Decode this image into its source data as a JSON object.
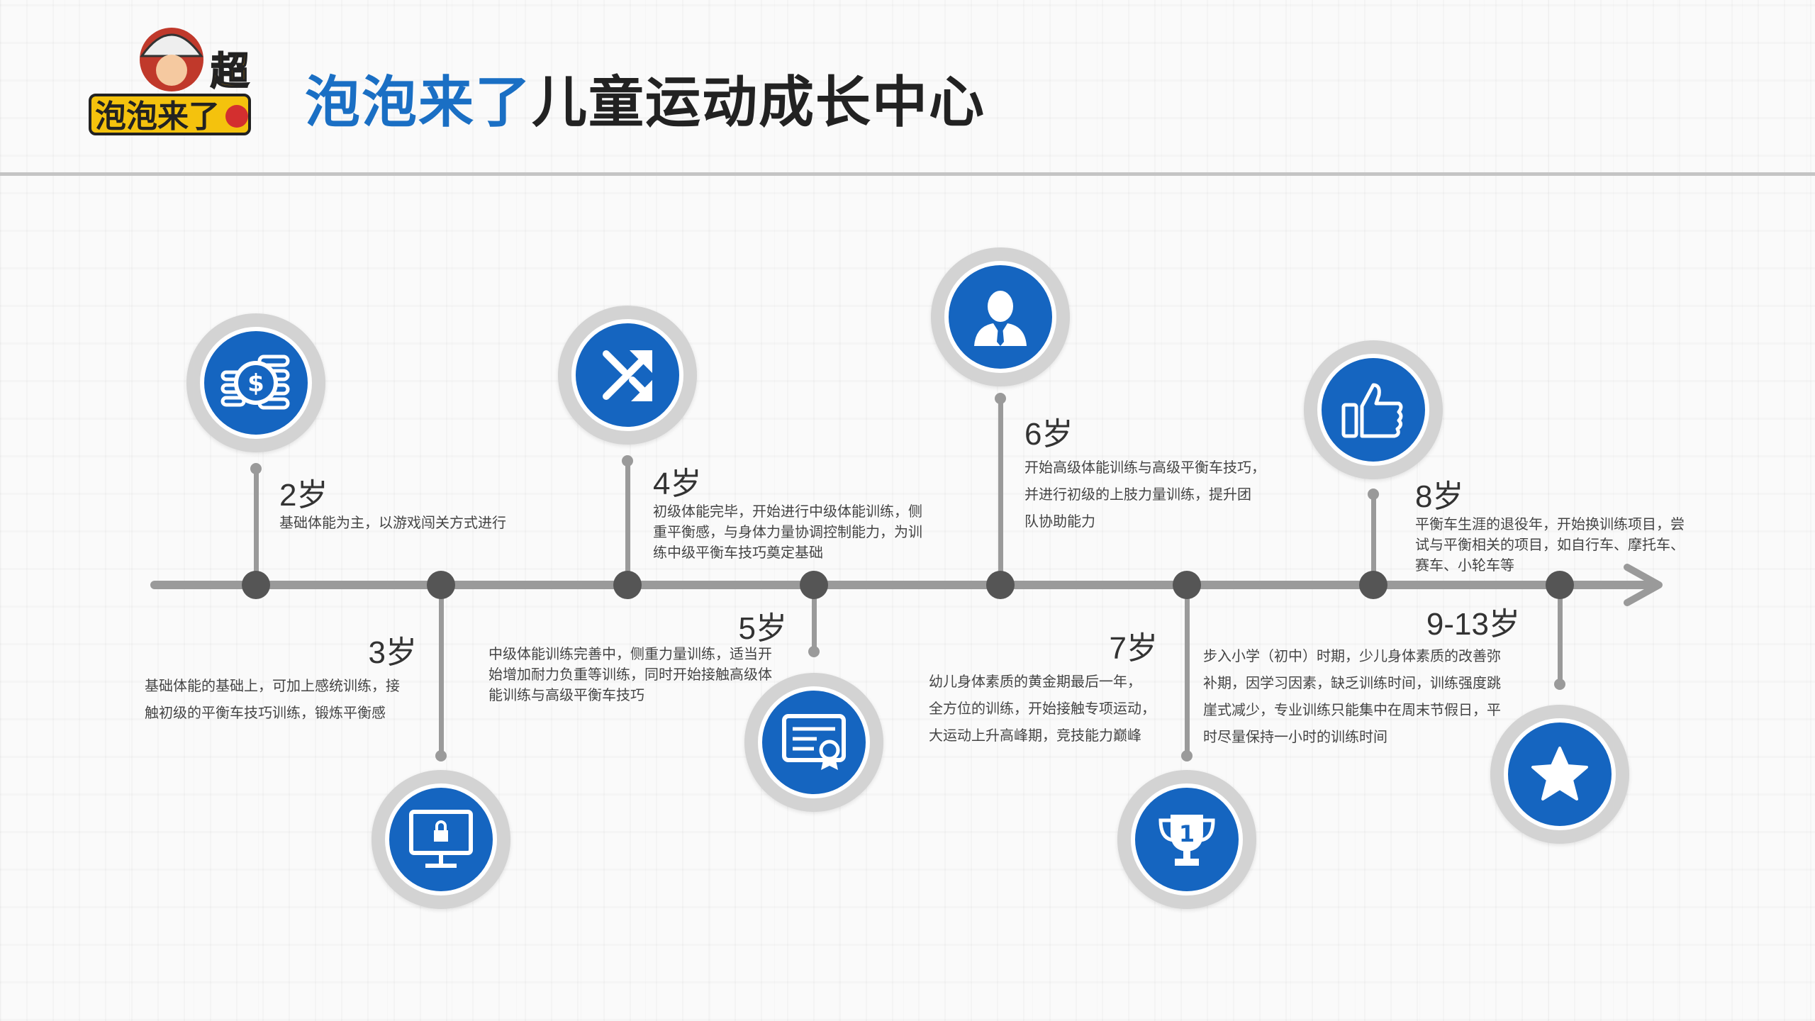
{
  "header": {
    "title_blue": "泡泡来了",
    "title_rest": "儿童运动成长中心",
    "logo_text": "泡泡来了",
    "logo_badge": "超"
  },
  "colors": {
    "blue": "#1565c0",
    "ring": "#d3d3d3",
    "axis": "#9a9a9a",
    "dot": "#555555"
  },
  "stages": [
    {
      "age": "2岁",
      "icon": "money-coins-icon",
      "lines": [
        "基础体能为主，以游戏闯关方式进行"
      ]
    },
    {
      "age": "3岁",
      "icon": "monitor-lock-icon",
      "lines": [
        "基础体能的基础上，可加上感统训练，接",
        "触初级的平衡车技巧训练，锻炼平衡感"
      ]
    },
    {
      "age": "4岁",
      "icon": "shuffle-icon",
      "lines": [
        "初级体能完毕，开始进行中级体能训练，侧",
        "重平衡感，与身体力量协调控制能力，为训",
        "练中级平衡车技巧奠定基础"
      ]
    },
    {
      "age": "5岁",
      "icon": "certificate-icon",
      "lines": [
        "中级体能训练完善中，侧重力量训练，适当开",
        "始增加耐力负重等训练，同时开始接触高级体",
        "能训练与高级平衡车技巧"
      ]
    },
    {
      "age": "6岁",
      "icon": "user-icon",
      "lines": [
        "开始高级体能训练与高级平衡车技巧，",
        "并进行初级的上肢力量训练，提升团",
        "队协助能力"
      ]
    },
    {
      "age": "7岁",
      "icon": "trophy-icon",
      "lines": [
        "幼儿身体素质的黄金期最后一年，",
        "全方位的训练，开始接触专项运动，",
        "大运动上升高峰期，竞技能力巅峰"
      ]
    },
    {
      "age": "8岁",
      "icon": "thumbs-up-icon",
      "lines": [
        "平衡车生涯的退役年，开始换训练项目，尝",
        "试与平衡相关的项目，如自行车、摩托车、",
        "赛车、小轮车等"
      ]
    },
    {
      "age": "9-13岁",
      "icon": "star-icon",
      "lines": [
        "步入小学（初中）时期，少儿身体素质的改善弥",
        "补期，因学习因素，缺乏训练时间，训练强度跳",
        "崖式减少，专业训练只能集中在周末节假日，平",
        "时尽量保持一小时的训练时间"
      ]
    }
  ]
}
